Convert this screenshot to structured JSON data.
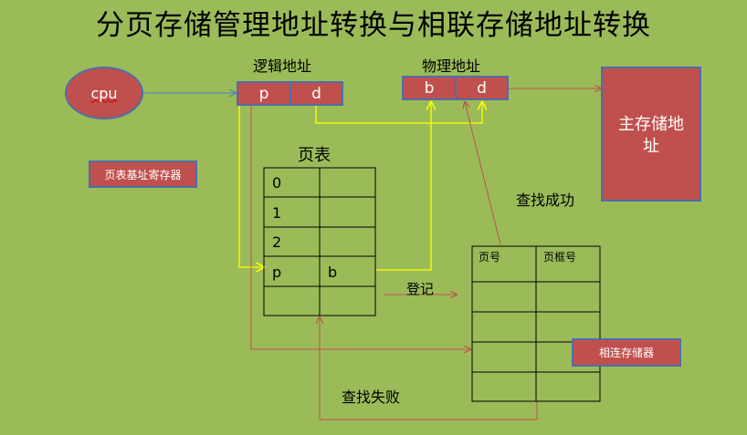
{
  "title": "分页存储管理地址转换与相联存储地址转换",
  "cpu_label": "cpu",
  "logical": {
    "label": "逻辑地址",
    "p": "p",
    "d": "d"
  },
  "physical": {
    "label": "物理地址",
    "b": "b",
    "d": "d"
  },
  "main_memory": "主存储地址",
  "page_table_register": "页表基址寄存器",
  "page_table": {
    "label": "页表",
    "rows": [
      "0",
      "1",
      "2",
      "p",
      ""
    ],
    "frame_cells": [
      "",
      "",
      "",
      "b",
      ""
    ]
  },
  "assoc": {
    "col1": "页号",
    "col2": "页框号",
    "label": "相连存储器"
  },
  "register_label": "登记",
  "success_label": "查找成功",
  "fail_label": "查找失败",
  "colors": {
    "background": "#9bbb59",
    "box": "#c0504d",
    "border": "#4f6da8",
    "yellow": "#ffff00",
    "red_line": "#c0504d",
    "blue_line": "#4f81bd"
  }
}
